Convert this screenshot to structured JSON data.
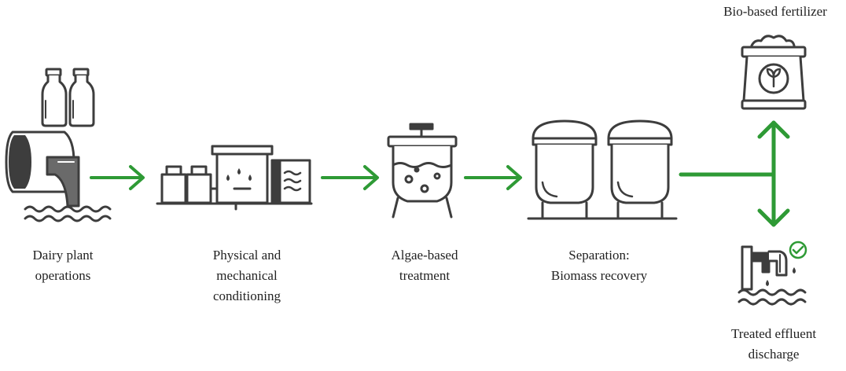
{
  "colors": {
    "arrow": "#2e9a35",
    "icon": "#3d3d3d",
    "check": "#2e9a35"
  },
  "steps": [
    {
      "id": "dairy",
      "icon": "pipe-bottles-icon",
      "label": [
        "Dairy plant",
        "operations"
      ]
    },
    {
      "id": "conditioning",
      "icon": "conditioning-tanks-icon",
      "label": [
        "Physical and",
        "mechanical",
        "conditioning"
      ]
    },
    {
      "id": "algae",
      "icon": "algae-reactor-icon",
      "label": [
        "Algae-based",
        "treatment"
      ]
    },
    {
      "id": "separation",
      "icon": "separation-tanks-icon",
      "label": [
        "Separation:",
        "Biomass recovery"
      ]
    }
  ],
  "outputs": {
    "fertilizer": {
      "icon": "fertilizer-bag-icon",
      "label": [
        "Bio-based fertilizer"
      ]
    },
    "effluent": {
      "icon": "effluent-discharge-icon",
      "label": [
        "Treated effluent",
        "discharge"
      ]
    }
  }
}
